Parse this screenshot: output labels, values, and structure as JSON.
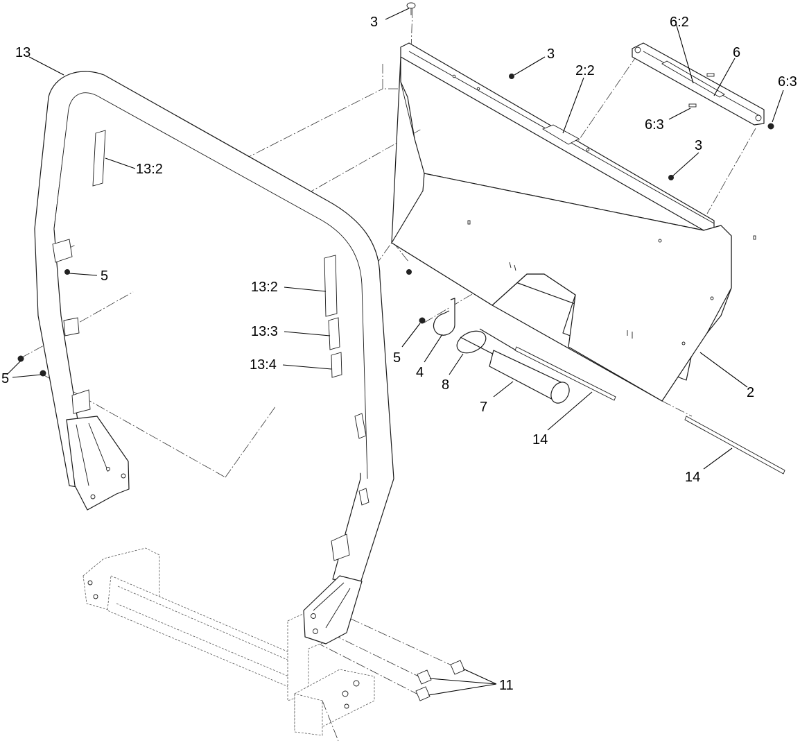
{
  "diagram": {
    "callouts": {
      "c3_top": "3",
      "c3_mid": "3",
      "c3_right": "3",
      "c2_2": "2:2",
      "c6_2": "6:2",
      "c6": "6",
      "c6_3_right": "6:3",
      "c6_3_left": "6:3",
      "c13": "13",
      "c13_2_left": "13:2",
      "c13_2_mid": "13:2",
      "c13_3": "13:3",
      "c13_4": "13:4",
      "c5_left": "5",
      "c5_bar": "5",
      "c5_mid": "5",
      "c4": "4",
      "c8": "8",
      "c7": "7",
      "c14_mid": "14",
      "c14_right": "14",
      "c2": "2",
      "c11": "11"
    },
    "colors": {
      "line": "#1a1a1a",
      "background": "#ffffff"
    }
  }
}
